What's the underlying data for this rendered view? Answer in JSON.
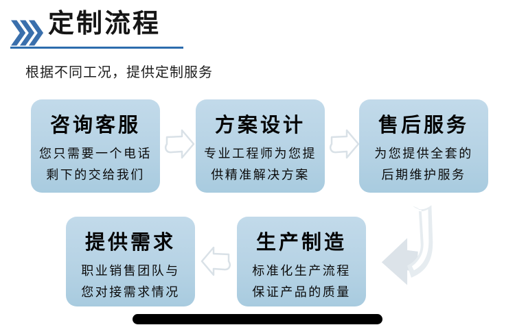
{
  "header": {
    "title": "定制流程",
    "subtitle": "根据不同工况，提供定制服务"
  },
  "icons": {
    "chevrons": "triple-chevron-right",
    "step_arrow_right": "block-arrow-right",
    "step_arrow_left": "block-arrow-left",
    "turn_arrow": "curved-arrow-down-left",
    "bottom_bar": "home-indicator-bar"
  },
  "colors": {
    "accent_blue": "#3a6fac",
    "underline_blue": "#2c6cad",
    "box_background": "#b5d2e4",
    "arrow_outline": "#d9e1e7",
    "turn_arrow_fill": "#e2e9ee",
    "bar_black": "#000000",
    "text_black": "#0a0a0a"
  },
  "flow": {
    "steps": [
      {
        "title": "咨询客服",
        "desc": "您只需要一个电话\n剩下的交给我们"
      },
      {
        "title": "方案设计",
        "desc": "专业工程师为您提\n供精准解决方案"
      },
      {
        "title": "售后服务",
        "desc": "为您提供全套的\n后期维护服务"
      },
      {
        "title": "提供需求",
        "desc": "职业销售团队与\n您对接需求情况"
      },
      {
        "title": "生产制造",
        "desc": "标准化生产流程\n保证产品的质量"
      }
    ]
  }
}
